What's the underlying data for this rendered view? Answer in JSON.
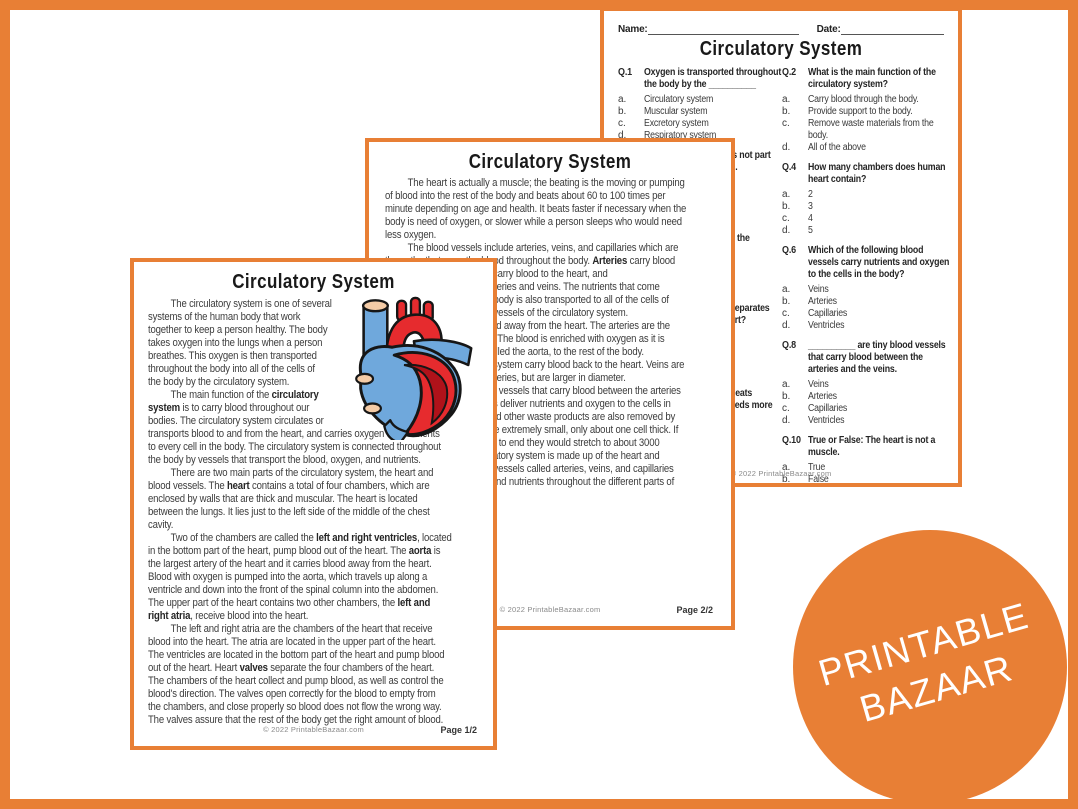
{
  "colors": {
    "orange": "#E87F35",
    "heart_red": "#E62B2E",
    "heart_dark_red": "#B0121A",
    "heart_blue": "#6FA8DC",
    "vessel_peach": "#F4CBA6"
  },
  "badge": {
    "line1": "PRINTABLE",
    "line2": "BAZAAR"
  },
  "quiz_page": {
    "name_label": "Name:",
    "date_label": "Date:",
    "title": "Circulatory System",
    "footer": "© 2022 PrintableBazaar.com",
    "letters": [
      "a.",
      "b.",
      "c.",
      "d."
    ],
    "left_column": {
      "question": {
        "num": "Q.1",
        "lines": [
          "Oxygen is transported throughout",
          "the body by the __________"
        ],
        "options": [
          [
            "Circulatory system"
          ],
          [
            "Muscular system"
          ],
          [
            "Excretory system"
          ],
          [
            "Respiratory system"
          ]
        ]
      },
      "fragments": [
        {
          "mt": 6,
          "lines": [
            "is not part",
            "n."
          ]
        },
        {
          "mt": 59,
          "lines": [
            "s the"
          ]
        },
        {
          "mt": 58,
          "lines": [
            "separates",
            "art?"
          ]
        },
        {
          "mt": 61,
          "lines": [
            "beats",
            "eeds more"
          ]
        }
      ]
    },
    "right_column": {
      "questions": [
        {
          "num": "Q.2",
          "lines": [
            "What is the main function of the",
            "circulatory system?"
          ],
          "options": [
            [
              "Carry blood through the body."
            ],
            [
              "Provide support to the body."
            ],
            [
              "Remove waste materials from the",
              "body."
            ],
            [
              "All of the above"
            ]
          ]
        },
        {
          "num": "Q.4",
          "lines": [
            "How many chambers does human",
            "heart contain?"
          ],
          "options": [
            [
              "2"
            ],
            [
              "3"
            ],
            [
              "4"
            ],
            [
              "5"
            ]
          ]
        },
        {
          "num": "Q.6",
          "lines": [
            "Which of the following blood",
            "vessels carry nutrients and oxygen",
            "to the cells in the body?"
          ],
          "options": [
            [
              "Veins"
            ],
            [
              "Arteries"
            ],
            [
              "Capillaries"
            ],
            [
              "Ventricles"
            ]
          ]
        },
        {
          "num": "Q.8",
          "lines": [
            "__________ are tiny blood vessels",
            "that carry blood between the",
            "arteries and the veins."
          ],
          "options": [
            [
              "Veins"
            ],
            [
              "Arteries"
            ],
            [
              "Capillaries"
            ],
            [
              "Ventricles"
            ]
          ]
        },
        {
          "num": "Q.10",
          "lines": [
            "True or False: The heart is not a",
            "muscle."
          ],
          "options": [
            [
              "True"
            ],
            [
              "False"
            ]
          ]
        }
      ]
    }
  },
  "page2": {
    "title": "Circulatory System",
    "lines": [
      {
        "t": "The heart is actually a muscle; the beating is the moving or pumping",
        "indent": true
      },
      {
        "t": "of blood into the rest of the body and beats about 60 to 100 times per"
      },
      {
        "t": "minute depending on age and health. It beats faster if necessary when the"
      },
      {
        "t": "body is need of oxygen, or slower while a person sleeps who would need"
      },
      {
        "t": "less oxygen."
      },
      {
        "t": "The blood vessels include arteries, veins, and capillaries which are",
        "indent": true
      },
      {
        "t": "the paths that carry the blood throughout the body. **Arteries** carry blood"
      },
      {
        "t": "s carry blood to the heart, and",
        "pad": true
      },
      {
        "t": "arteries and veins. The nutrients that come",
        "pad": true
      },
      {
        "t": "e body is also transported to all of the cells of",
        "pad": true
      },
      {
        "t": "d vessels of the circulatory system.",
        "pad": true
      },
      {
        "t": "ood away from the heart. The arteries are the",
        "pad": true
      },
      {
        "t": "ls. The blood is enriched with oxygen as it is",
        "pad": true
      },
      {
        "t": "called the aorta, to the rest of the body.",
        "pad": true
      },
      {
        "t": "y system carry blood back to the heart. Veins are",
        "pad": true
      },
      {
        "t": "arteries, but are larger in diameter.",
        "pad": true
      },
      {
        "t": "od vessels that carry blood between the arteries",
        "pad": true
      },
      {
        "t": "ies deliver nutrients and oxygen to the cells in",
        "pad": true
      },
      {
        "t": "and other waste products are also removed by",
        "pad": true
      },
      {
        "t": "are extremely small, only about one cell thick. If",
        "pad": true
      },
      {
        "t": "nd to end they would stretch to about 3000",
        "pad": true
      },
      {
        "t": "",
        "pad": true
      },
      {
        "t": "ulatory system is made up of the heart and",
        "pad": true
      },
      {
        "t": "d vessels called arteries, veins, and capillaries",
        "pad": true
      },
      {
        "t": ", and nutrients throughout the different parts of",
        "pad": true
      }
    ],
    "footer_copyright": "© 2022 PrintableBazaar.com",
    "footer_page": "Page 2/2"
  },
  "page1": {
    "title": "Circulatory System",
    "lines": [
      {
        "t": "The circulatory system is one of several",
        "indent": true
      },
      {
        "t": "systems of the human body that work"
      },
      {
        "t": "together to keep a person healthy. The body"
      },
      {
        "t": "takes oxygen into the lungs when a person"
      },
      {
        "t": "breathes.  This oxygen is then transported"
      },
      {
        "t": "throughout the body into all of the cells of"
      },
      {
        "t": "the body by the circulatory system."
      },
      {
        "t": "The main function of the **circulatory**",
        "indent": true
      },
      {
        "t": "**system** is to carry blood throughout our"
      },
      {
        "t": "bodies. The circulatory system circulates or"
      },
      {
        "t": "transports blood to and from the heart, and carries oxygen and nutrients"
      },
      {
        "t": "to every cell in the body. The circulatory system is connected throughout"
      },
      {
        "t": "the body by vessels that transport the blood, oxygen, and nutrients."
      },
      {
        "t": "There are two main parts of the circulatory system, the heart and",
        "indent": true
      },
      {
        "t": "blood vessels. The **heart** contains a total of four chambers, which are"
      },
      {
        "t": "enclosed by walls that are thick and muscular. The heart is located"
      },
      {
        "t": "between the lungs. It lies just to the left side of the middle of the chest"
      },
      {
        "t": "cavity."
      },
      {
        "t": "Two of the chambers are called the **left and right ventricles**, located",
        "indent": true
      },
      {
        "t": "in the bottom part of the heart, pump blood out of the heart. The **aorta** is"
      },
      {
        "t": "the largest artery of the heart and it carries blood away from the heart."
      },
      {
        "t": "Blood with oxygen is pumped into the aorta, which travels up along a"
      },
      {
        "t": "ventricle and down into the front of the spinal column into the abdomen."
      },
      {
        "t": "The upper part of the heart contains two other chambers, the **left and**"
      },
      {
        "t": "**right atria**, receive blood into the heart."
      },
      {
        "t": "The left and right atria are the chambers of the heart that receive",
        "indent": true
      },
      {
        "t": "blood into the heart. The atria are located in the upper part of the heart."
      },
      {
        "t": "The ventricles are located in the bottom part of the heart and pump blood"
      },
      {
        "t": "out of the heart. Heart **valves** separate the four chambers of the heart."
      },
      {
        "t": "The chambers of the heart collect and pump blood, as well as control the"
      },
      {
        "t": "blood's direction. The valves open correctly for the blood to empty from"
      },
      {
        "t": "the chambers, and close properly so blood does not flow the wrong way."
      },
      {
        "t": "The valves assure that the rest of the body get the right amount of blood."
      }
    ],
    "footer_copyright": "© 2022 PrintableBazaar.com",
    "footer_page": "Page 1/2"
  }
}
